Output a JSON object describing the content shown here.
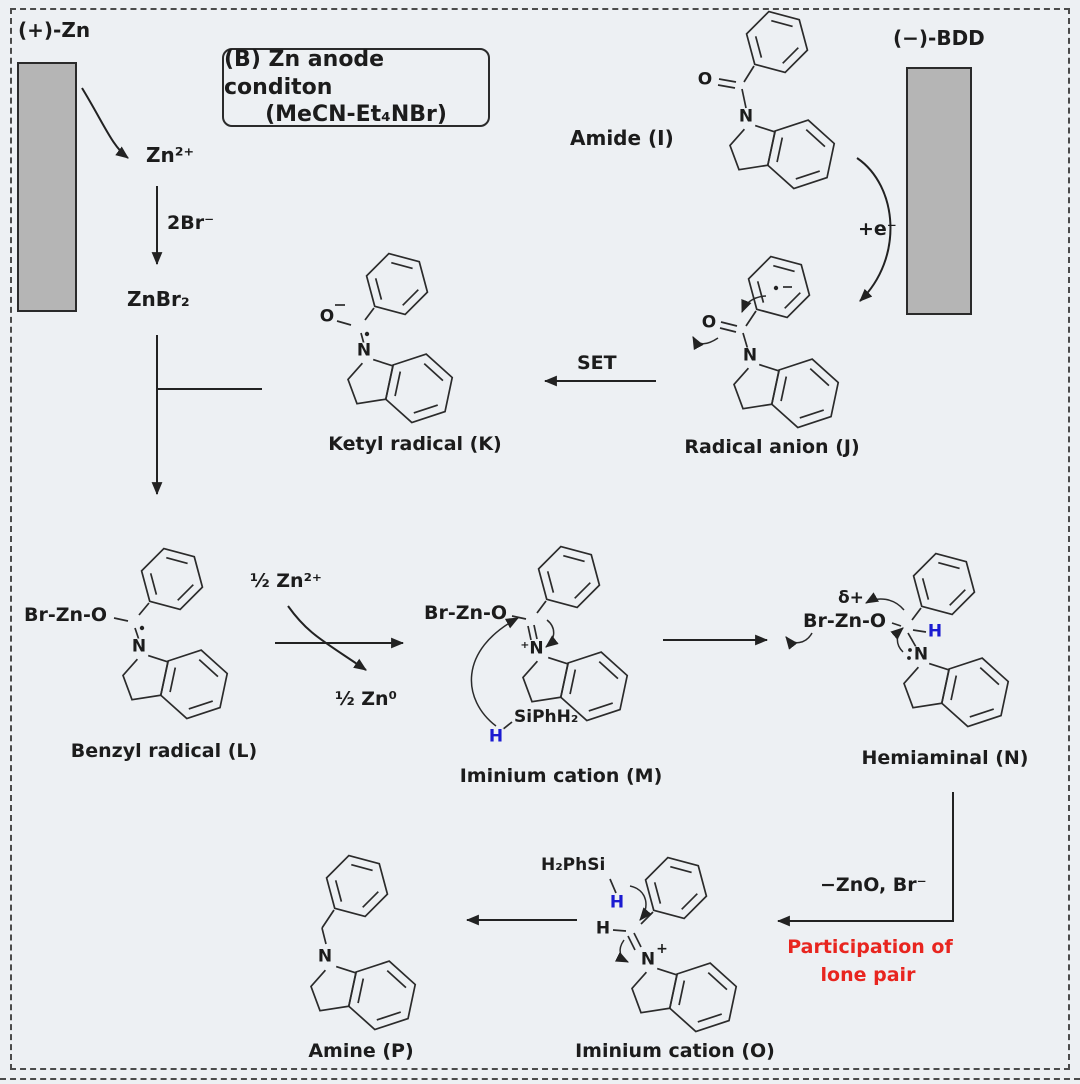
{
  "colors": {
    "background": "#edf0f3",
    "accent_blue": "#1b1bd1",
    "accent_red": "#e8251f",
    "electrode_fill": "#b5b5b5"
  },
  "electrodes": {
    "anode": "(+)-Zn",
    "cathode": "(−)-BDD"
  },
  "condition_box": {
    "line1": "(B) Zn anode conditon",
    "line2": "(MeCN-Et₄NBr)"
  },
  "zinc_path": {
    "zn_ion": "Zn²⁺",
    "bromide": "2Br⁻",
    "znbr2": "ZnBr₂",
    "half_zn_ion": "½ Zn²⁺",
    "half_zn_metal": "½ Zn⁰"
  },
  "steps": {
    "set": "SET",
    "electron": "+e⁻",
    "elimination": "−ZnO, Br⁻",
    "participation_line1": "Participation of",
    "participation_line2": "lone pair"
  },
  "species": {
    "amide": "Amide (I)",
    "radical_anion": "Radical anion (J)",
    "ketyl": "Ketyl radical (K)",
    "benzyl": "Benzyl radical (L)",
    "iminium_m": "Iminium cation (M)",
    "hemiaminal": "Hemiaminal (N)",
    "iminium_o": "Iminium cation (O)",
    "amine": "Amine (P)"
  },
  "fragments": {
    "br_zn_o": "Br-Zn-O",
    "silane_m": "SiPhH₂",
    "silane_o": "H₂PhSi",
    "hydride": "H",
    "proton": "H",
    "n": "N",
    "o": "O",
    "n_plus": "⁺N",
    "plus": "+",
    "delta_plus": "δ+"
  }
}
